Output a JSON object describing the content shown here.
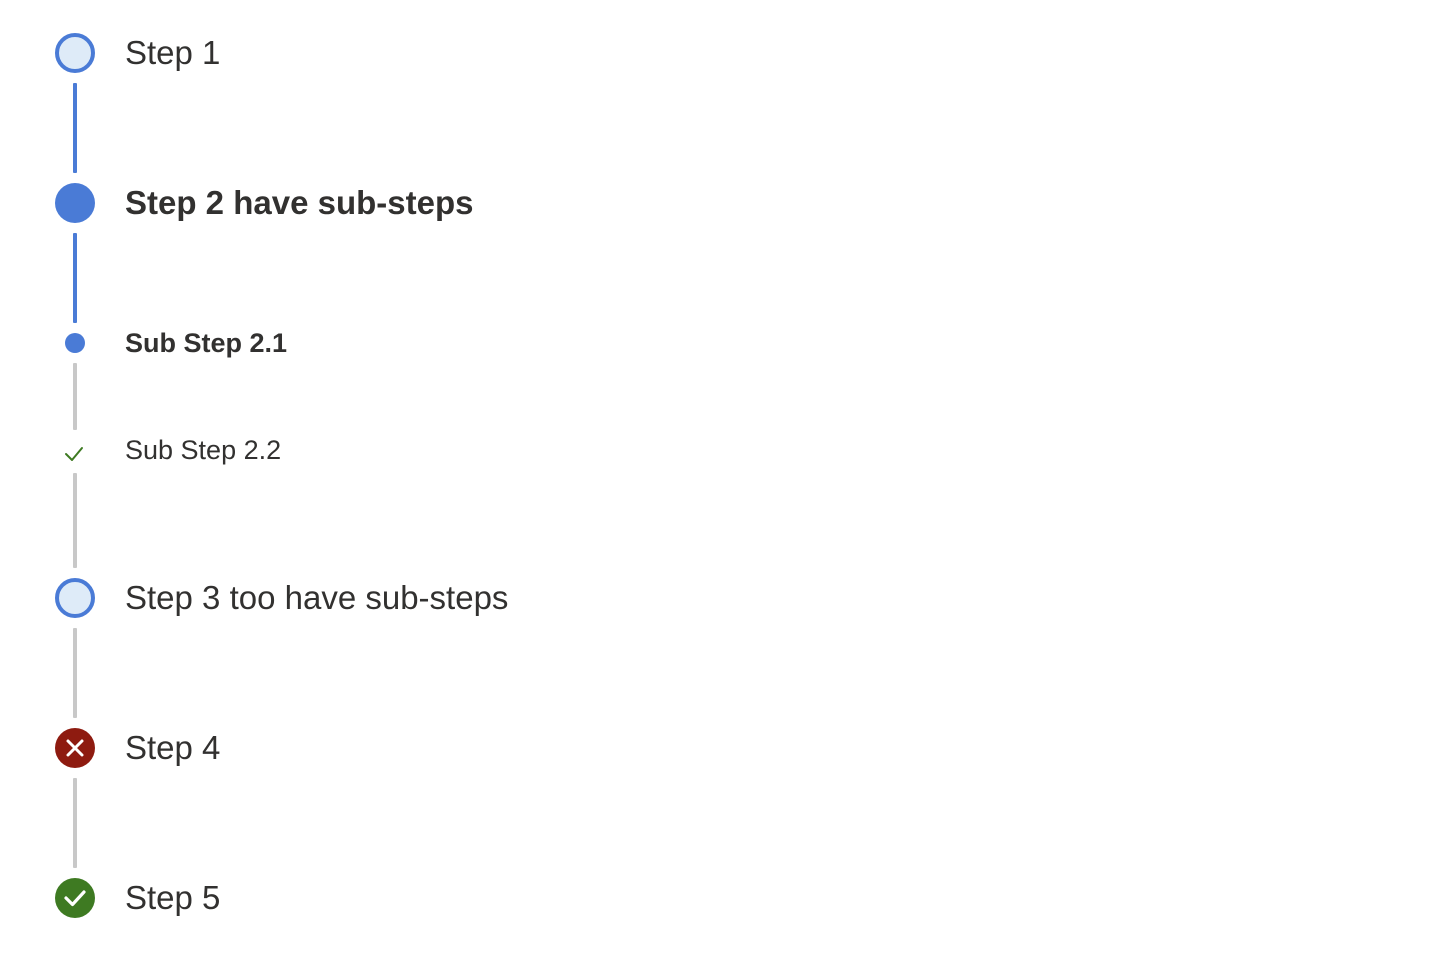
{
  "steps": [
    {
      "label": "Step 1",
      "state": "not-started"
    },
    {
      "label": "Step 2 have sub-steps",
      "state": "current"
    },
    {
      "label": "Sub Step 2.1",
      "state": "current",
      "sub": true
    },
    {
      "label": "Sub Step 2.2",
      "state": "complete",
      "sub": true
    },
    {
      "label": "Step 3 too have sub-steps",
      "state": "not-started"
    },
    {
      "label": "Step 4",
      "state": "error"
    },
    {
      "label": "Step 5",
      "state": "complete"
    }
  ],
  "colors": {
    "accent": "#4a7bd6",
    "accent_light": "#deebf8",
    "connector_inactive": "#c8c8c8",
    "error": "#8e1b10",
    "success": "#3e7a22",
    "text": "#323130"
  }
}
